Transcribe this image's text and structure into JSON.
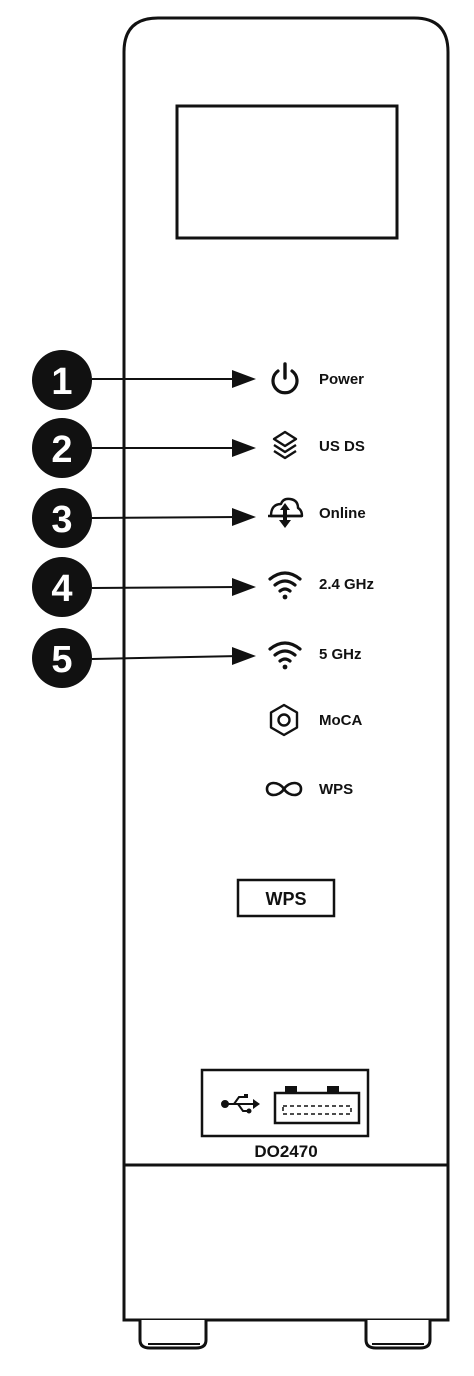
{
  "device": {
    "model": "DO2470",
    "wps_button_label": "WPS"
  },
  "indicators": [
    {
      "number": "1",
      "label": "Power",
      "icon": "power-icon"
    },
    {
      "number": "2",
      "label": "US DS",
      "icon": "layers-icon"
    },
    {
      "number": "3",
      "label": "Online",
      "icon": "globe-arrows-icon"
    },
    {
      "number": "4",
      "label": "2.4 GHz",
      "icon": "wifi-icon"
    },
    {
      "number": "5",
      "label": "5 GHz",
      "icon": "wifi-icon"
    },
    {
      "number": "",
      "label": "MoCA",
      "icon": "hexagon-icon"
    },
    {
      "number": "",
      "label": "WPS",
      "icon": "infinity-icon"
    }
  ],
  "usb_port": {
    "icon": "usb-icon"
  },
  "colors": {
    "line": "#111111",
    "badge": "#111111",
    "background": "#ffffff"
  }
}
